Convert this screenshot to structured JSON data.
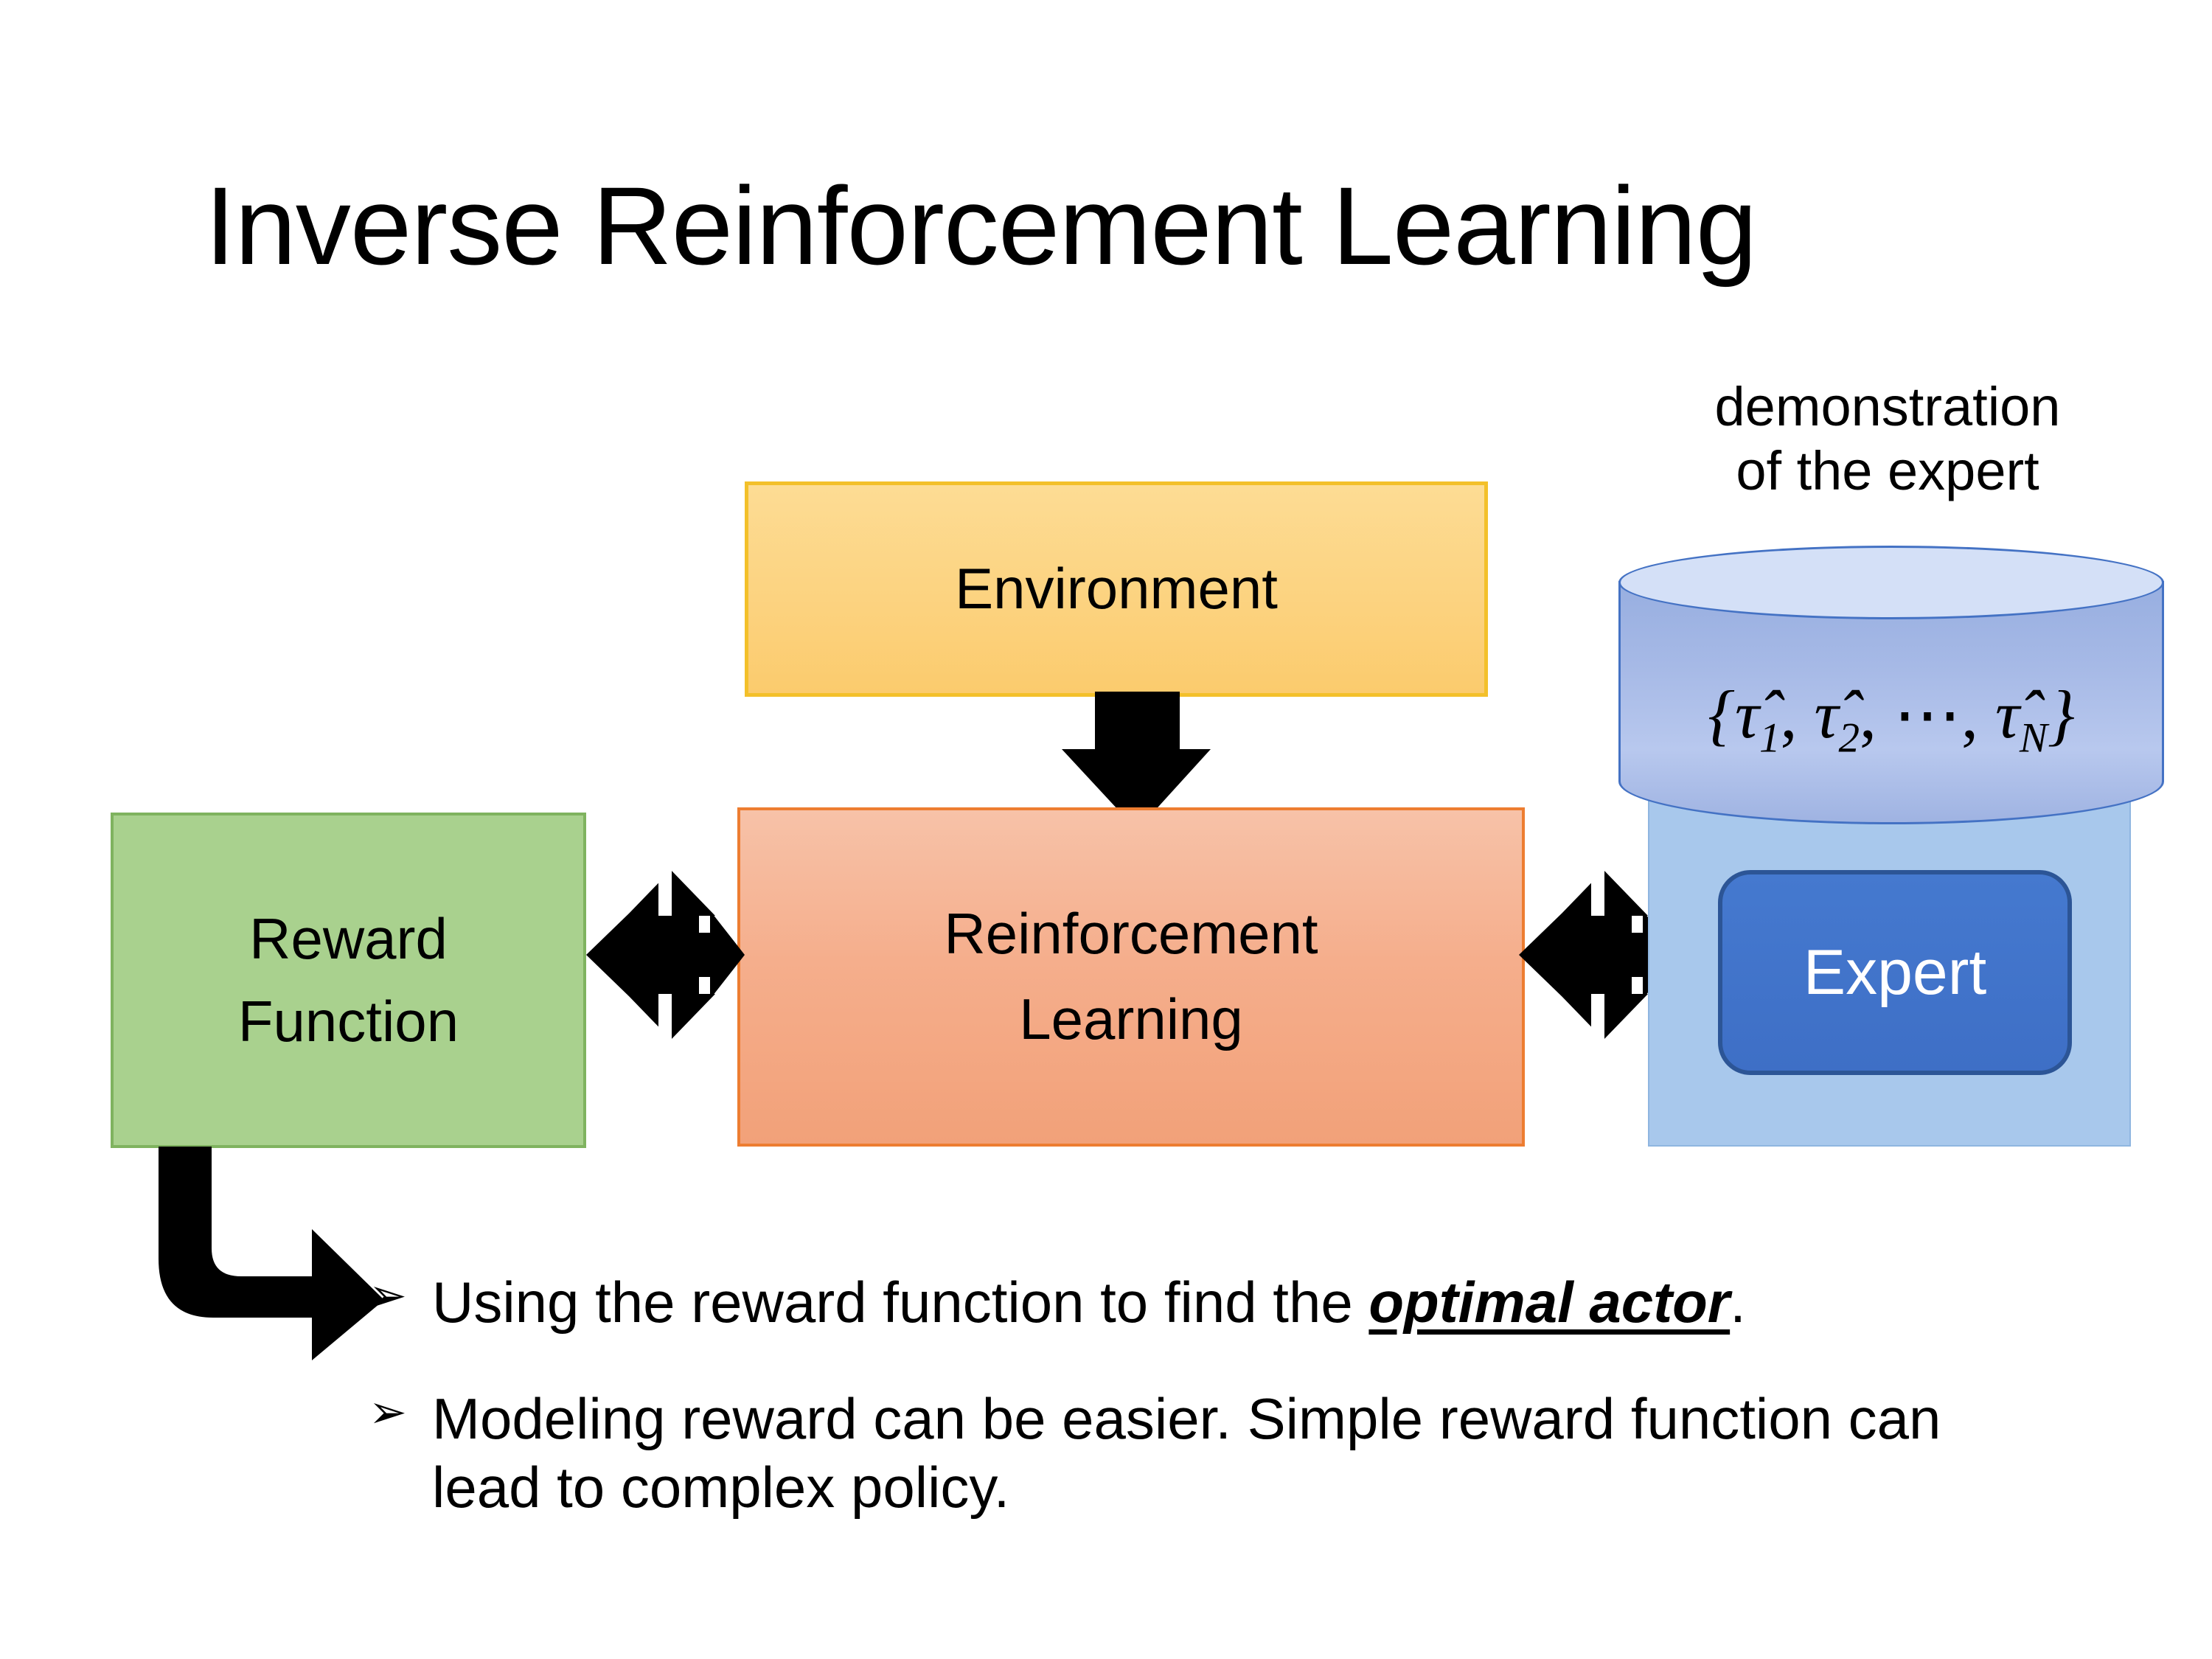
{
  "slide": {
    "title": "Inverse Reinforcement Learning",
    "background_color": "#FFFFFF"
  },
  "diagram": {
    "environment": {
      "label": "Environment",
      "fill_color": "#FCD27E",
      "border_color": "#F3C02A"
    },
    "reinforcement_learning": {
      "label_line1": "Reinforcement",
      "label_line2": "Learning",
      "fill_color": "#F5AE8C",
      "border_color": "#ED7D31"
    },
    "reward_function": {
      "label_line1": "Reward",
      "label_line2": "Function",
      "fill_color": "#A9D18E",
      "border_color": "#7FB35F"
    },
    "demonstration": {
      "caption_line1": "demonstration",
      "caption_line2": "of the expert",
      "formula_open": "{",
      "formula_tau1": "τ̂",
      "formula_sub1": "1",
      "formula_comma1": ",",
      "formula_tau2": "τ̂",
      "formula_sub2": "2",
      "formula_comma2": ",",
      "formula_dots": "⋯",
      "formula_comma3": ",",
      "formula_tauN": "τ̂",
      "formula_subN": "N",
      "formula_close": "}",
      "cylinder_fill_color": "#A6B9E6",
      "cylinder_top_color": "#D4E0F7",
      "cylinder_border_color": "#4472C4"
    },
    "expert": {
      "label": "Expert",
      "fill_color": "#4472C4",
      "border_color": "#2C5596",
      "text_color": "#FFFFFF",
      "panel_fill_color": "#A8C8EC"
    },
    "connectors": {
      "env_to_rl": "down-arrow",
      "reward_to_rl": "quad-arrow",
      "rl_to_expert": "quad-arrow",
      "reward_to_bullets": "bent-arrow",
      "color": "#000000"
    }
  },
  "bullets": [
    {
      "marker": "➢",
      "text_before": "Using the reward function to find the ",
      "emphasis": "optimal actor",
      "text_after": "."
    },
    {
      "marker": "➢",
      "text_before": "Modeling reward can be easier. Simple reward function can lead to complex policy.",
      "emphasis": "",
      "text_after": ""
    }
  ]
}
